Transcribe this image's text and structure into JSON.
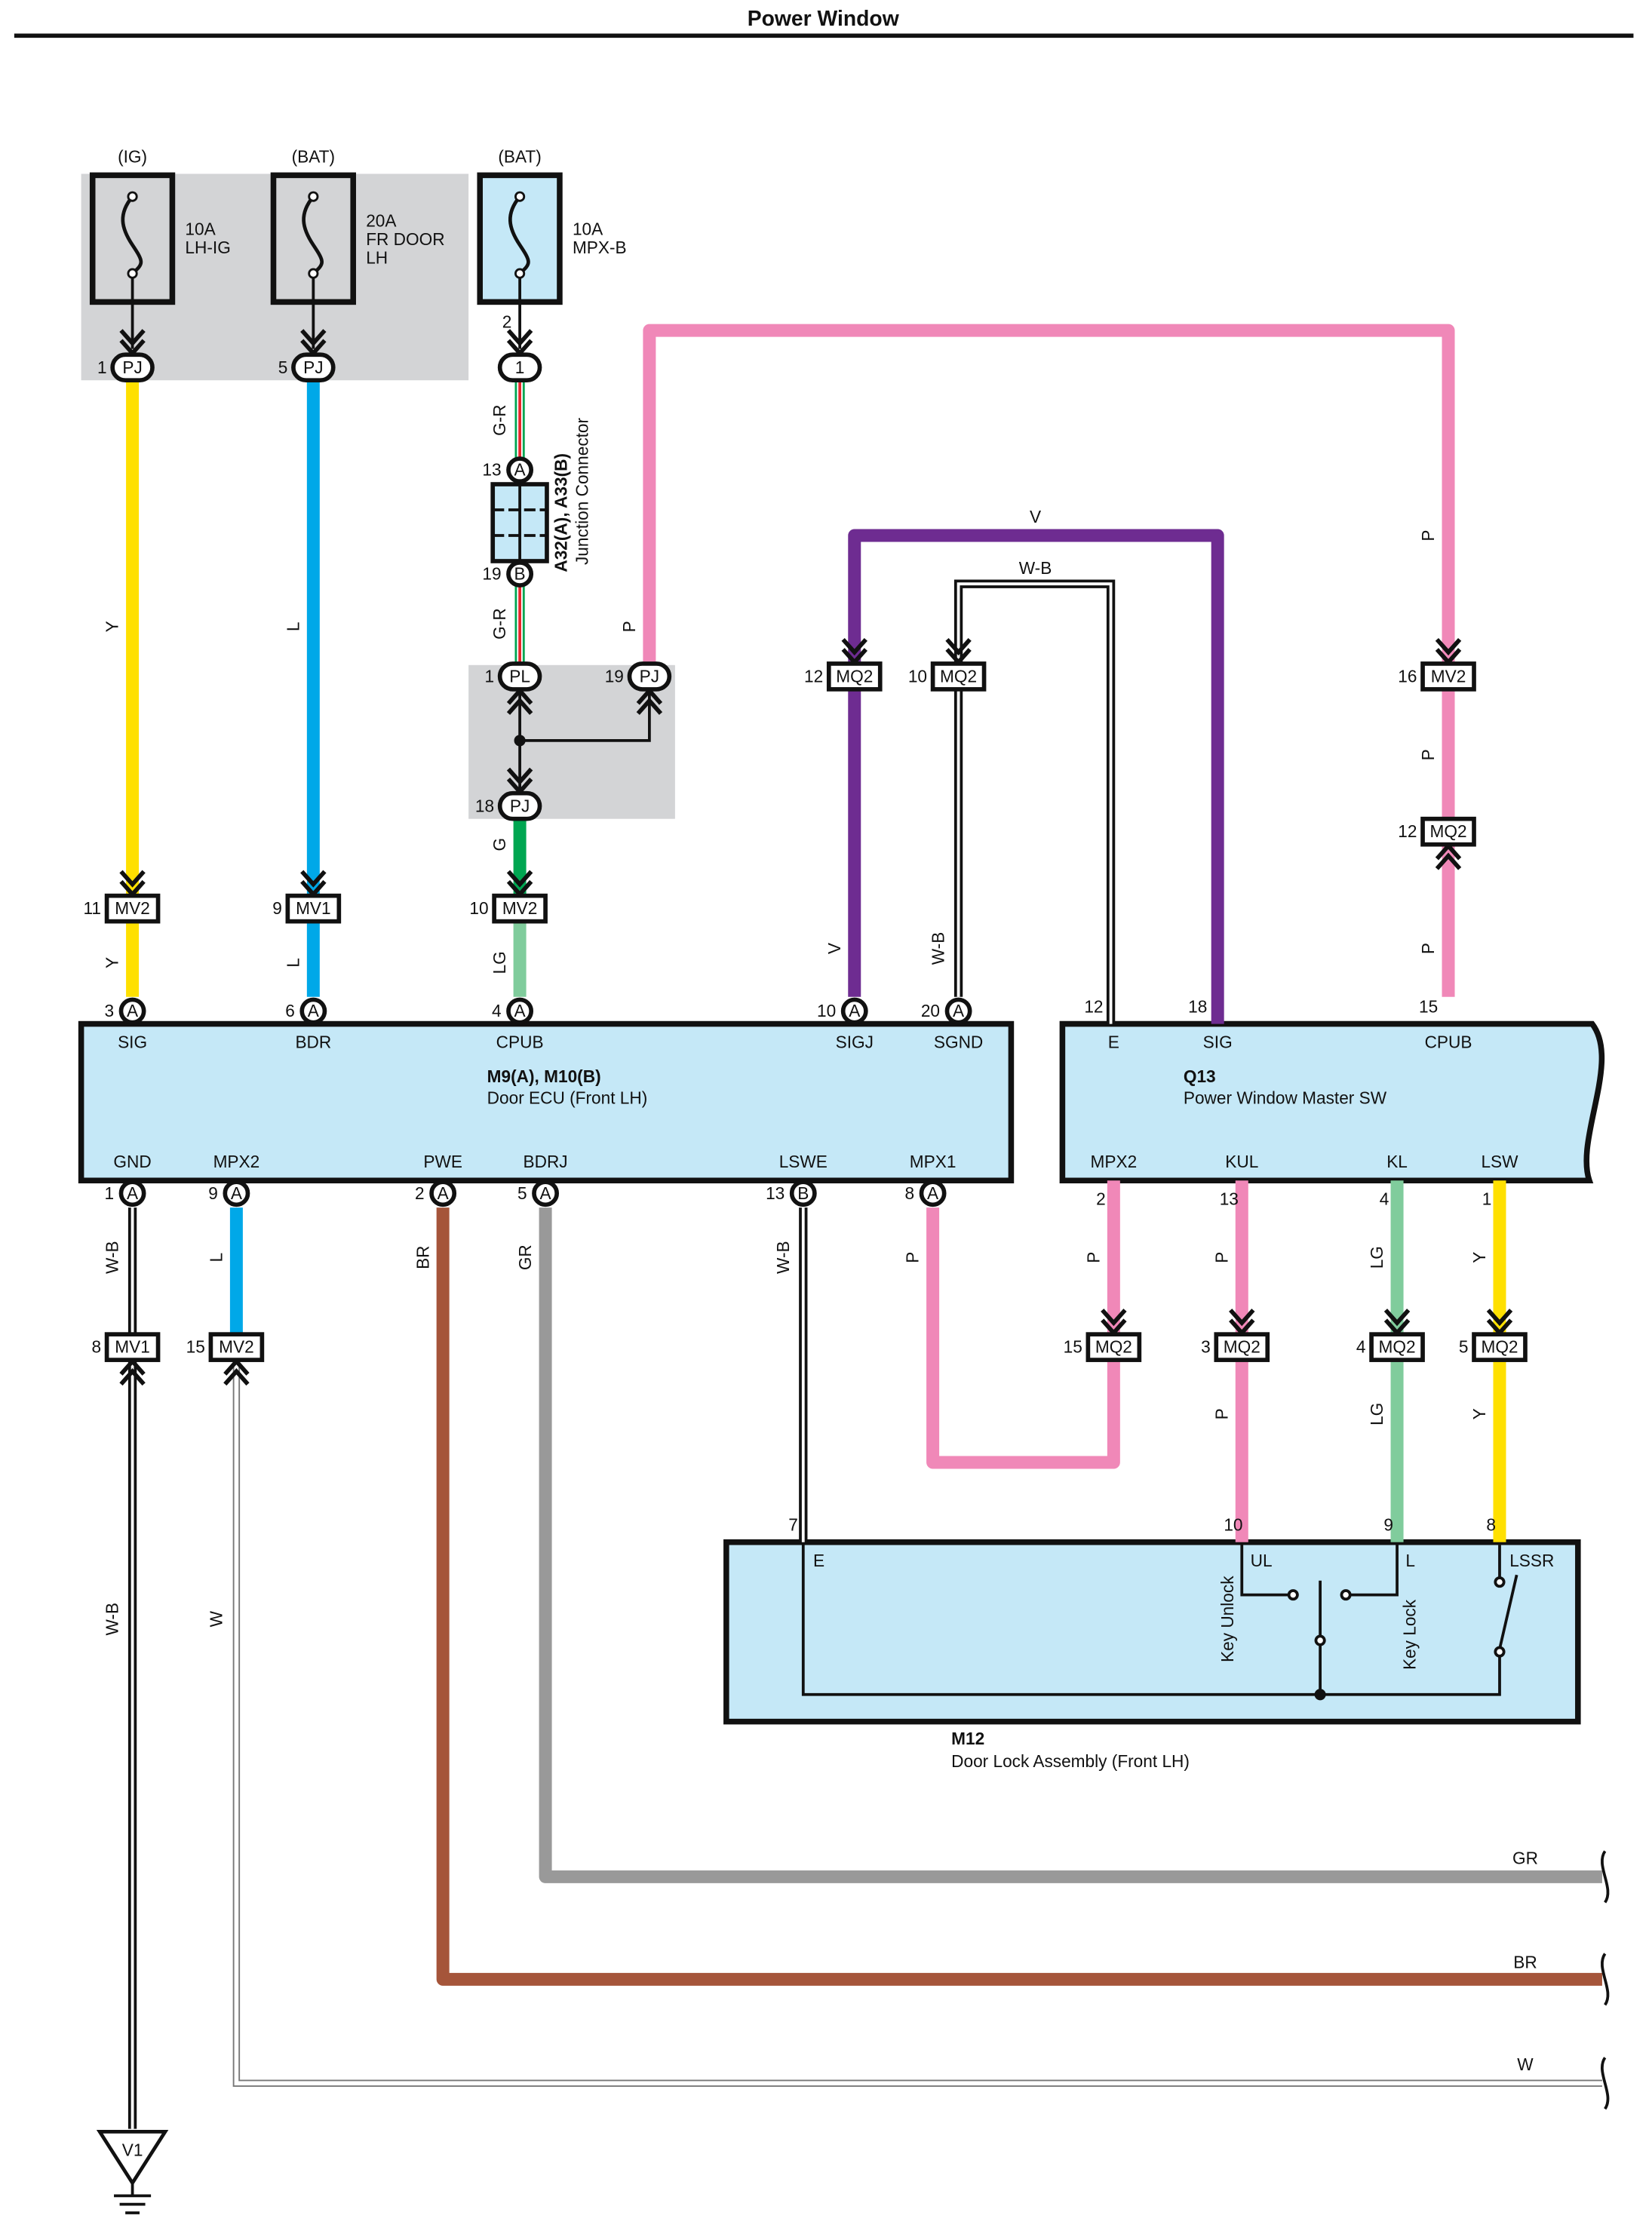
{
  "title": "Power Window",
  "fuses": [
    {
      "source": "(IG)",
      "rating": "10A",
      "name": [
        "LH-IG"
      ]
    },
    {
      "source": "(BAT)",
      "rating": "20A",
      "name": [
        "FR DOOR",
        "LH"
      ]
    },
    {
      "source": "(BAT)",
      "rating": "10A",
      "name": [
        "MPX-B"
      ]
    }
  ],
  "connectors": [
    {
      "label": "PJ",
      "pin": "1"
    },
    {
      "label": "PJ",
      "pin": "5"
    },
    {
      "label": "1",
      "pin": "2"
    },
    {
      "label": "A",
      "pin": "13"
    },
    {
      "label": "B",
      "pin": "19"
    },
    {
      "label": "PL",
      "pin": "1"
    },
    {
      "label": "PJ",
      "pin": "19"
    },
    {
      "label": "PJ",
      "pin": "18"
    },
    {
      "label": "MQ2",
      "pin": "12"
    },
    {
      "label": "MQ2",
      "pin": "10"
    },
    {
      "label": "MV2",
      "pin": "16"
    },
    {
      "label": "MQ2",
      "pin": "12"
    },
    {
      "label": "MV2",
      "pin": "11"
    },
    {
      "label": "MV1",
      "pin": "9"
    },
    {
      "label": "MV2",
      "pin": "10"
    },
    {
      "label": "A",
      "pin": "3"
    },
    {
      "label": "A",
      "pin": "6"
    },
    {
      "label": "A",
      "pin": "4"
    },
    {
      "label": "A",
      "pin": "10"
    },
    {
      "label": "A",
      "pin": "20"
    },
    {
      "label": "A",
      "pin": "1"
    },
    {
      "label": "A",
      "pin": "9"
    },
    {
      "label": "A",
      "pin": "2"
    },
    {
      "label": "A",
      "pin": "5"
    },
    {
      "label": "B",
      "pin": "13"
    },
    {
      "label": "A",
      "pin": "8"
    },
    {
      "label": "MV1",
      "pin": "8"
    },
    {
      "label": "MV2",
      "pin": "15"
    },
    {
      "label": "MQ2",
      "pin": "15"
    },
    {
      "label": "MQ2",
      "pin": "3"
    },
    {
      "label": "MQ2",
      "pin": "4"
    },
    {
      "label": "MQ2",
      "pin": "5"
    }
  ],
  "wire_labels": [
    "Y",
    "L",
    "G-R",
    "G-R",
    "P",
    "Y",
    "L",
    "G",
    "LG",
    "V",
    "W-B",
    "P",
    "P",
    "P",
    "W-B",
    "L",
    "BR",
    "GR",
    "W-B",
    "P",
    "P",
    "P",
    "P",
    "LG",
    "LG",
    "Y",
    "Y",
    "W-B",
    "W"
  ],
  "wire_labels_horizontal": [
    "V",
    "W-B",
    "GR",
    "BR",
    "W"
  ],
  "junction": {
    "id": "A32(A), A33(B)",
    "name": "Junction Connector"
  },
  "ecu": {
    "id": "M9(A), M10(B)",
    "name": "Door ECU (Front LH)",
    "top_terminals": [
      "SIG",
      "BDR",
      "CPUB",
      "SIGJ",
      "SGND"
    ],
    "bottom_terminals": [
      "GND",
      "MPX2",
      "PWE",
      "BDRJ",
      "LSWE",
      "MPX1"
    ]
  },
  "master_sw": {
    "id": "Q13",
    "name": "Power Window Master SW",
    "top_terminals": [
      "E",
      "SIG",
      "CPUB"
    ],
    "top_pins": [
      "12",
      "18",
      "15"
    ],
    "bottom_terminals": [
      "MPX2",
      "KUL",
      "KL",
      "LSW"
    ],
    "bottom_pins": [
      "2",
      "13",
      "4",
      "1"
    ]
  },
  "door_lock": {
    "id": "M12",
    "name": "Door Lock Assembly (Front LH)",
    "terminals": [
      "E",
      "UL",
      "L",
      "LSSR"
    ],
    "pins": [
      "7",
      "10",
      "9",
      "8"
    ],
    "switch_labels": [
      "Key Unlock",
      "Key Lock"
    ]
  },
  "ground": "V1",
  "wire_colors": {
    "Y": "#FFE000",
    "L": "#00A8E8",
    "P": "#F088B8",
    "V": "#6E2C91",
    "GR": "#999999",
    "BR": "#A5553A",
    "LG": "#80CC9C",
    "G": "#00A651",
    "R": "#E8262B",
    "B": "#111111",
    "W": "#FFFFFF"
  },
  "component_fill": "#C5E8F7",
  "relay_block_fill": "#D3D4D6"
}
